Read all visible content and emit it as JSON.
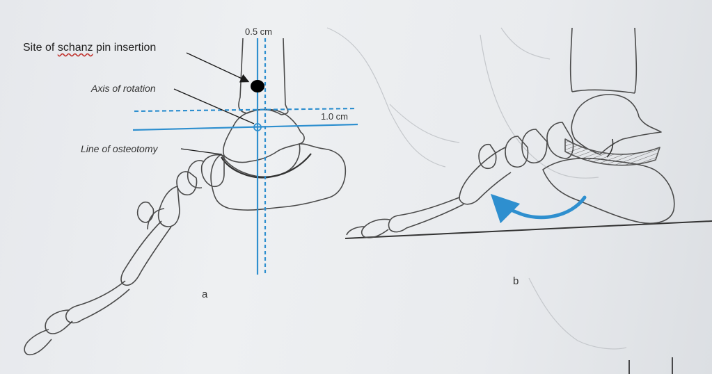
{
  "labels": {
    "site_prefix": "Site of ",
    "site_word": "schanz",
    "site_suffix": " pin insertion",
    "axis_of_rotation": "Axis of rotation",
    "line_of_osteotomy": "Line of osteotomy",
    "measure_top": "0.5 cm",
    "measure_side": "1.0 cm",
    "panel_a": "a",
    "panel_b": "b"
  },
  "colors": {
    "guide_blue": "#2e8fcf",
    "bone_outline": "#4a4a4a",
    "pin_site": "#000000",
    "spellcheck_underline": "#c0302b"
  },
  "icons": {
    "rotation_arrow": "curved-arrow-icon",
    "pin_site": "filled-dot"
  }
}
